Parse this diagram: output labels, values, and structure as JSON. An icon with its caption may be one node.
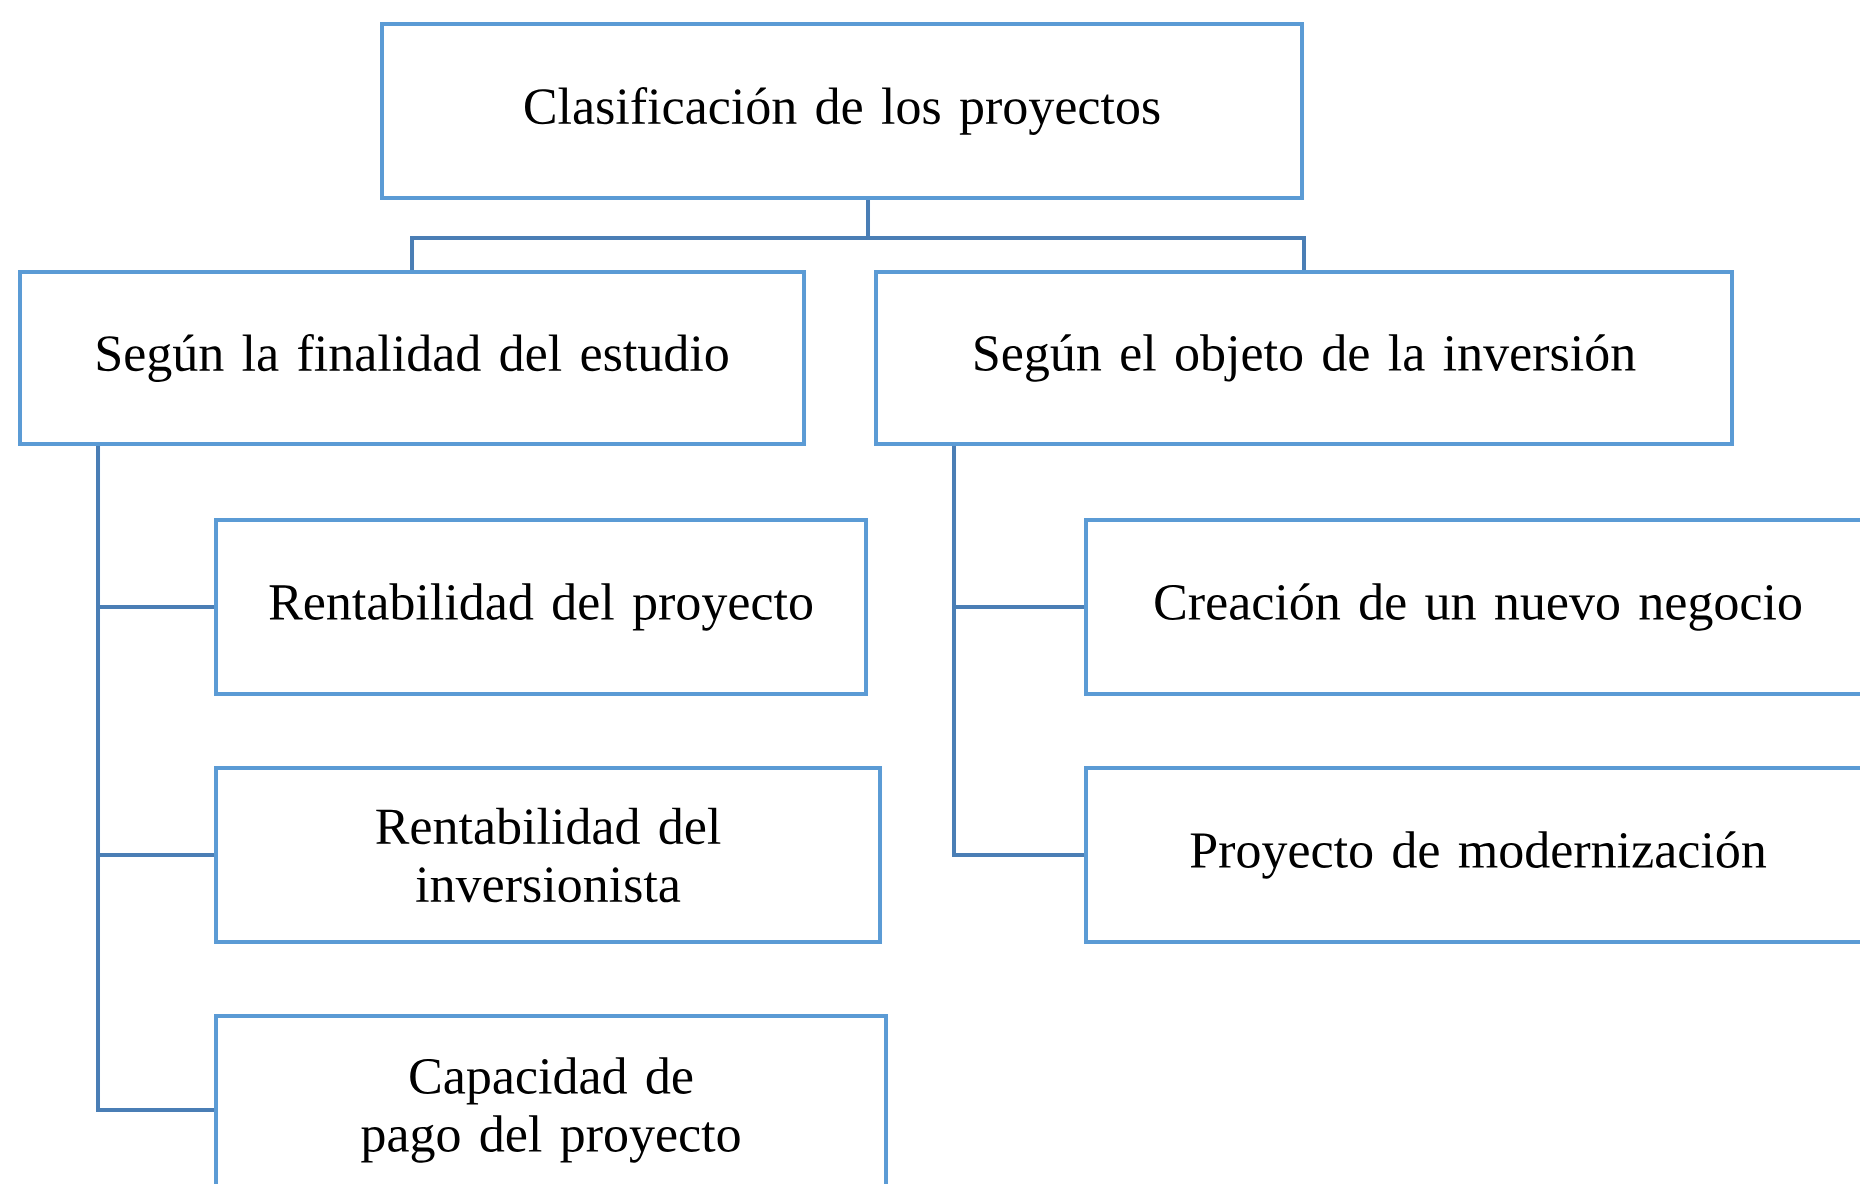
{
  "diagram": {
    "nodes": [
      {
        "text": [
          "Clasificación de los proyectos"
        ]
      },
      {
        "text": [
          "Según la finalidad del estudio"
        ]
      },
      {
        "text": [
          "Según el objeto de la inversión"
        ]
      },
      {
        "text": [
          "Rentabilidad del proyecto"
        ]
      },
      {
        "text": [
          "Rentabilidad del inversionista"
        ]
      },
      {
        "text": [
          "Capacidad de pago del proyecto"
        ]
      },
      {
        "text": [
          "Creación de un nuevo negocio"
        ]
      },
      {
        "text": [
          "Proyecto de modernización"
        ]
      }
    ],
    "edges": [
      {
        "from": 0,
        "to": 1,
        "arrow": "none"
      },
      {
        "from": 0,
        "to": 2,
        "arrow": "none"
      },
      {
        "from": 1,
        "to": 3,
        "arrow": "none"
      },
      {
        "from": 1,
        "to": 4,
        "arrow": "none"
      },
      {
        "from": 1,
        "to": 5,
        "arrow": "none"
      },
      {
        "from": 2,
        "to": 6,
        "arrow": "none"
      },
      {
        "from": 2,
        "to": 7,
        "arrow": "none"
      }
    ]
  }
}
